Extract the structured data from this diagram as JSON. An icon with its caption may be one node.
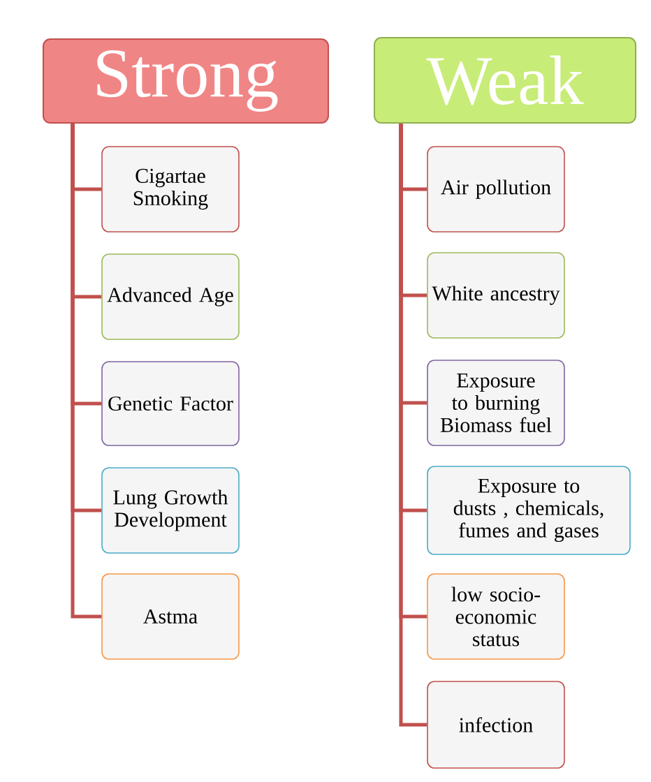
{
  "diagram": {
    "nodes": [
      {
        "text": [
          "Strong"
        ]
      },
      {
        "text": [
          "Cigartae Smoking"
        ]
      },
      {
        "text": [
          "Advanced Age"
        ]
      },
      {
        "text": [
          "Genetic Factor"
        ]
      },
      {
        "text": [
          "Lung Growth Development"
        ]
      },
      {
        "text": [
          "Astma"
        ]
      },
      {
        "text": [
          "Weak"
        ]
      },
      {
        "text": [
          "Air pollution"
        ]
      },
      {
        "text": [
          "White ancestry"
        ]
      },
      {
        "text": [
          "Exposure to burning Biomass fuel"
        ]
      },
      {
        "text": [
          "Exposure to dusts , chemicals, fumes and gases"
        ]
      },
      {
        "text": [
          "low socio-economic status"
        ]
      },
      {
        "text": [
          "infection"
        ]
      }
    ],
    "edges": [
      {
        "from": 0,
        "to": 1,
        "arrow": "none"
      },
      {
        "from": 0,
        "to": 2,
        "arrow": "none"
      },
      {
        "from": 0,
        "to": 3,
        "arrow": "none"
      },
      {
        "from": 0,
        "to": 4,
        "arrow": "none"
      },
      {
        "from": 0,
        "to": 5,
        "arrow": "none"
      },
      {
        "from": 6,
        "to": 7,
        "arrow": "none"
      },
      {
        "from": 6,
        "to": 8,
        "arrow": "none"
      },
      {
        "from": 6,
        "to": 9,
        "arrow": "none"
      },
      {
        "from": 6,
        "to": 10,
        "arrow": "none"
      },
      {
        "from": 6,
        "to": 11,
        "arrow": "none"
      },
      {
        "from": 6,
        "to": 12,
        "arrow": "none"
      }
    ]
  }
}
